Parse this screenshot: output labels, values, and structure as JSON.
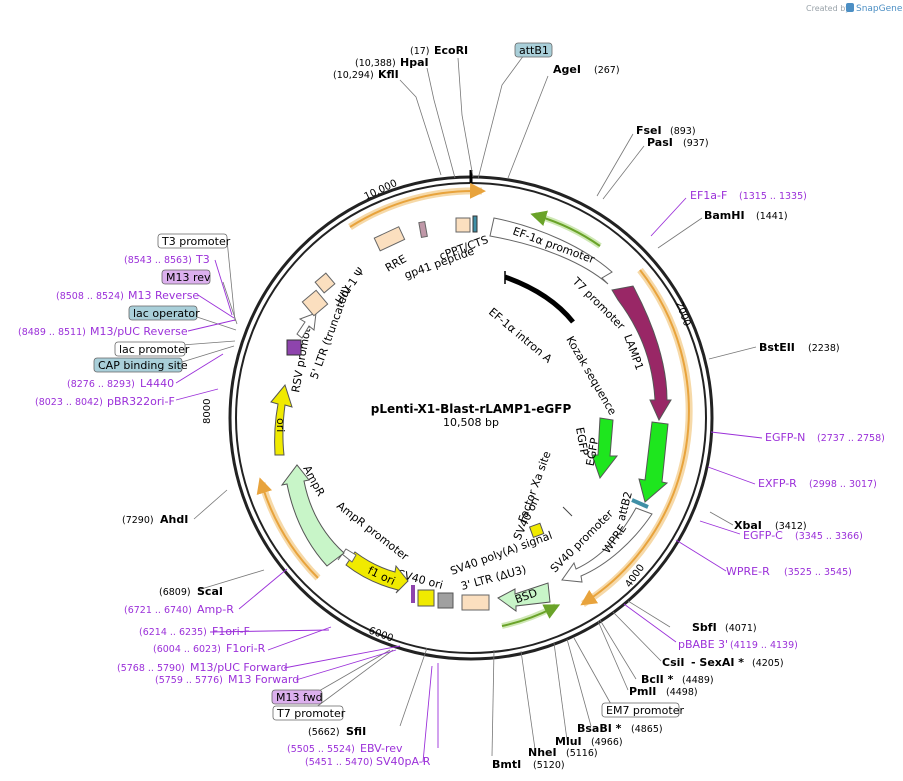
{
  "credit": {
    "created_by": "Created by",
    "brand": "SnapGene"
  },
  "plasmid": {
    "name": "pLenti-X1-Blast-rLAMP1-eGFP",
    "size": "10,508 bp"
  },
  "ticks": [
    {
      "label": "10,000",
      "bp": 10000
    },
    {
      "label": "2000",
      "bp": 2000
    },
    {
      "label": "4000",
      "bp": 4000
    },
    {
      "label": "6000",
      "bp": 6000
    },
    {
      "label": "8000",
      "bp": 8000
    }
  ],
  "enzymes": [
    {
      "name": "EcoRI",
      "pos": "(17)"
    },
    {
      "name": "HpaI",
      "pos": "(10,388)"
    },
    {
      "name": "KflI",
      "pos": "(10,294)"
    },
    {
      "name": "AgeI",
      "pos": "(267)"
    },
    {
      "name": "FseI",
      "pos": "(893)"
    },
    {
      "name": "PasI",
      "pos": "(937)"
    },
    {
      "name": "BamHI",
      "pos": "(1441)"
    },
    {
      "name": "BstEII",
      "pos": "(2238)"
    },
    {
      "name": "XbaI",
      "pos": "(3412)"
    },
    {
      "name": "SbfI",
      "pos": "(4071)"
    },
    {
      "name": "CsiI",
      "pos": ""
    },
    {
      "name": "- SexAI *",
      "pos": "(4205)"
    },
    {
      "name": "BclI *",
      "pos": "(4489)"
    },
    {
      "name": "PmlI",
      "pos": "(4498)"
    },
    {
      "name": "BsaBI *",
      "pos": "(4865)"
    },
    {
      "name": "MluI",
      "pos": "(4966)"
    },
    {
      "name": "NheI",
      "pos": "(5116)"
    },
    {
      "name": "BmtI",
      "pos": "(5120)"
    },
    {
      "name": "SfiI",
      "pos": "(5662)"
    },
    {
      "name": "ScaI",
      "pos": "(6809)"
    },
    {
      "name": "AhdI",
      "pos": "(7290)"
    }
  ],
  "primers": [
    {
      "name": "EF1a-F",
      "pos": "(1315 .. 1335)"
    },
    {
      "name": "EGFP-N",
      "pos": "(2737 .. 2758)"
    },
    {
      "name": "EXFP-R",
      "pos": "(2998 .. 3017)"
    },
    {
      "name": "EGFP-C",
      "pos": "(3345 .. 3366)"
    },
    {
      "name": "WPRE-R",
      "pos": "(3525 .. 3545)"
    },
    {
      "name": "pBABE 3'",
      "pos": "(4119 .. 4139)"
    },
    {
      "name": "EBV-rev",
      "pos": "(5505 .. 5524)"
    },
    {
      "name": "SV40pA-R",
      "pos": "(5451 .. 5470)"
    },
    {
      "name": "M13 Forward",
      "pos": "(5759 .. 5776)"
    },
    {
      "name": "M13/pUC Forward",
      "pos": "(5768 .. 5790)"
    },
    {
      "name": "F1ori-R",
      "pos": "(6004 .. 6023)"
    },
    {
      "name": "F1ori-F",
      "pos": "(6214 .. 6235)"
    },
    {
      "name": "Amp-R",
      "pos": "(6721 .. 6740)"
    },
    {
      "name": "pBR322ori-F",
      "pos": "(8023 .. 8042)"
    },
    {
      "name": "L4440",
      "pos": "(8276 .. 8293)"
    },
    {
      "name": "M13/pUC Reverse",
      "pos": "(8489 .. 8511)"
    },
    {
      "name": "M13 Reverse",
      "pos": "(8508 .. 8524)"
    },
    {
      "name": "T3",
      "pos": "(8543 .. 8563)"
    }
  ],
  "boxed": [
    {
      "name": "attB1",
      "color": "#a9cfd9"
    },
    {
      "name": "T3 promoter",
      "color": "#ffffff"
    },
    {
      "name": "M13 rev",
      "color": "#dcb0ee"
    },
    {
      "name": "lac operator",
      "color": "#a9cfd9"
    },
    {
      "name": "lac promoter",
      "color": "#ffffff"
    },
    {
      "name": "CAP binding site",
      "color": "#a9cfd9"
    },
    {
      "name": "EM7 promoter",
      "color": "#ffffff"
    },
    {
      "name": "M13 fwd",
      "color": "#dcb0ee"
    },
    {
      "name": "T7 promoter",
      "color": "#ffffff"
    }
  ],
  "features": [
    {
      "name": "EF-1α promoter",
      "color": "#ffffff"
    },
    {
      "name": "T7 promoter",
      "color": "#ffffff"
    },
    {
      "name": "LAMP1",
      "color": "#992766"
    },
    {
      "name": "EF-1α intron A",
      "color": "#000000"
    },
    {
      "name": "Kozak sequence",
      "color": "#ffffff"
    },
    {
      "name": "EGFP",
      "color": "#1ee61e"
    },
    {
      "name": "EGFP",
      "color": "#1ee61e"
    },
    {
      "name": "attB2",
      "color": "#a9cfd9"
    },
    {
      "name": "Factor Xa site",
      "color": "#ffffff"
    },
    {
      "name": "SV40 ori",
      "color": "#f0ea00"
    },
    {
      "name": "WPRE",
      "color": "#ffffff"
    },
    {
      "name": "SV40 promoter",
      "color": "#ffffff"
    },
    {
      "name": "BSD",
      "color": "#c8f5c8"
    },
    {
      "name": "SV40 poly(A) signal",
      "color": "#a0a0a0"
    },
    {
      "name": "3' LTR (ΔU3)",
      "color": "#fbdfbf"
    },
    {
      "name": "SV40 ori",
      "color": "#f0ea00"
    },
    {
      "name": "f1 ori",
      "color": "#f0ea00"
    },
    {
      "name": "AmpR promoter",
      "color": "#ffffff"
    },
    {
      "name": "AmpR",
      "color": "#c8f5c8"
    },
    {
      "name": "ori",
      "color": "#f0ea00"
    },
    {
      "name": "RSV promoter",
      "color": "#ffffff"
    },
    {
      "name": "5' LTR (truncated)",
      "color": "#fbdfbf"
    },
    {
      "name": "HIV-1 Ψ",
      "color": "#fbdfbf"
    },
    {
      "name": "RRE",
      "color": "#fbdfbf"
    },
    {
      "name": "gp41 peptide",
      "color": "#c098a8"
    },
    {
      "name": "cPPT/CTS",
      "color": "#fbdfbf"
    }
  ],
  "colors": {
    "primer": "#9b30d9",
    "ring": "#222222",
    "orf_arc": "#e8a33c",
    "green_arc": "#6aa329"
  }
}
